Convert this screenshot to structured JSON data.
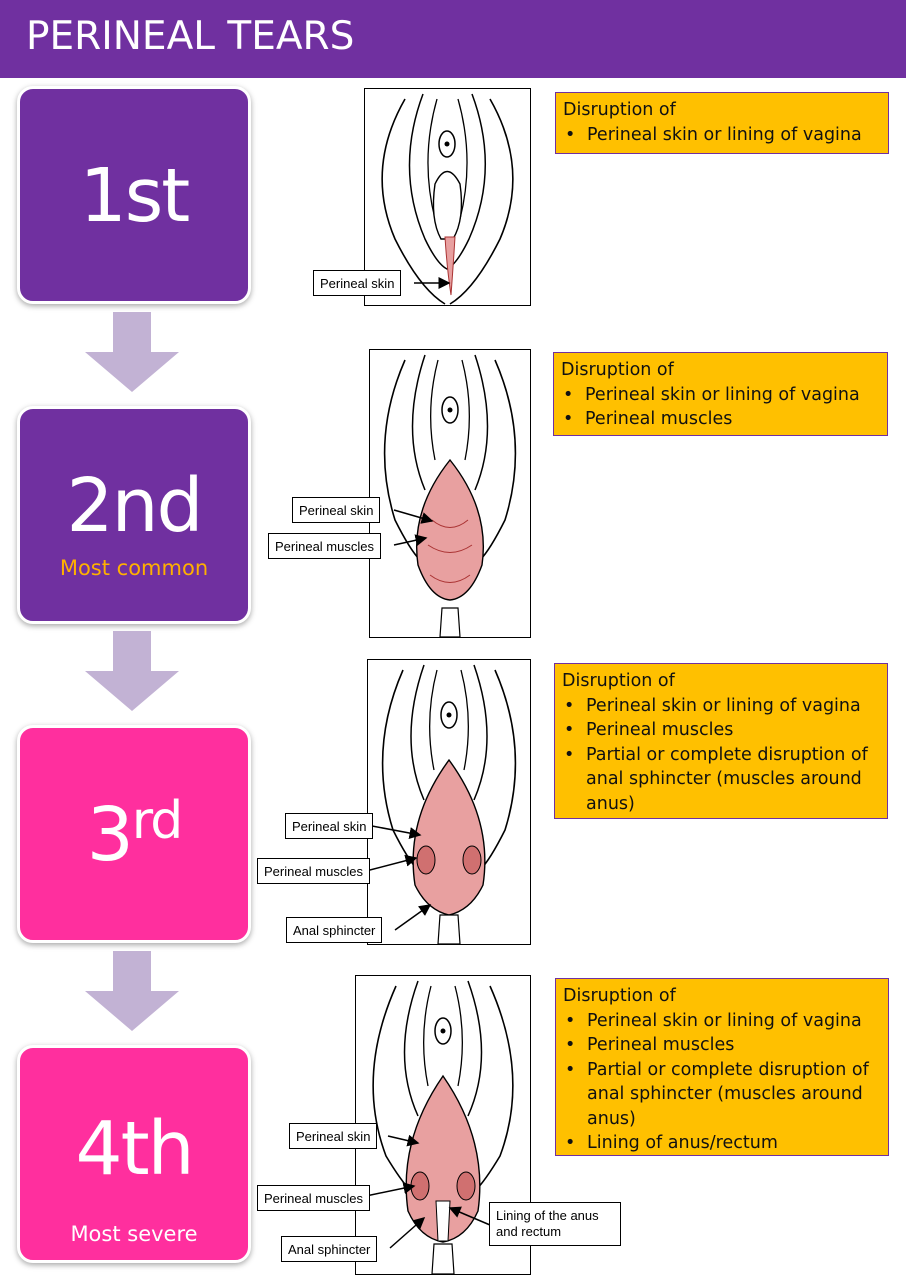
{
  "header": {
    "title": "PERINEAL TEARS"
  },
  "colors": {
    "header": "#7030a0",
    "purple": "#7030a0",
    "pink": "#ff2f9e",
    "info": "#ffc000",
    "note": "#ffb000",
    "arrow": "#c2b2d4",
    "tissue": "#e8a0a0"
  },
  "stages": [
    {
      "degree": "1",
      "suffix": "st",
      "note": "",
      "info_heading": "Disruption of",
      "info_items": [
        "Perineal skin or lining of vagina"
      ],
      "labels": [
        "Perineal skin"
      ]
    },
    {
      "degree": "2",
      "suffix": "nd",
      "note": "Most common",
      "info_heading": "Disruption of",
      "info_items": [
        "Perineal skin or lining of vagina",
        "Perineal muscles"
      ],
      "labels": [
        "Perineal skin",
        "Perineal muscles"
      ]
    },
    {
      "degree": "3",
      "suffix": "rd",
      "note": "",
      "info_heading": "Disruption of",
      "info_items": [
        "Perineal skin or lining of vagina",
        "Perineal muscles",
        "Partial or complete disruption of anal sphincter (muscles around anus)"
      ],
      "labels": [
        "Perineal skin",
        "Perineal muscles",
        "Anal sphincter"
      ]
    },
    {
      "degree": "4",
      "suffix": "th",
      "note": "Most severe",
      "info_heading": "Disruption of",
      "info_items": [
        "Perineal skin or lining of vagina",
        "Perineal muscles",
        "Partial or complete disruption of anal sphincter (muscles around anus)",
        "Lining of anus/rectum"
      ],
      "labels": [
        "Perineal skin",
        "Perineal muscles",
        "Anal sphincter",
        "Lining of the anus and rectum"
      ]
    }
  ]
}
